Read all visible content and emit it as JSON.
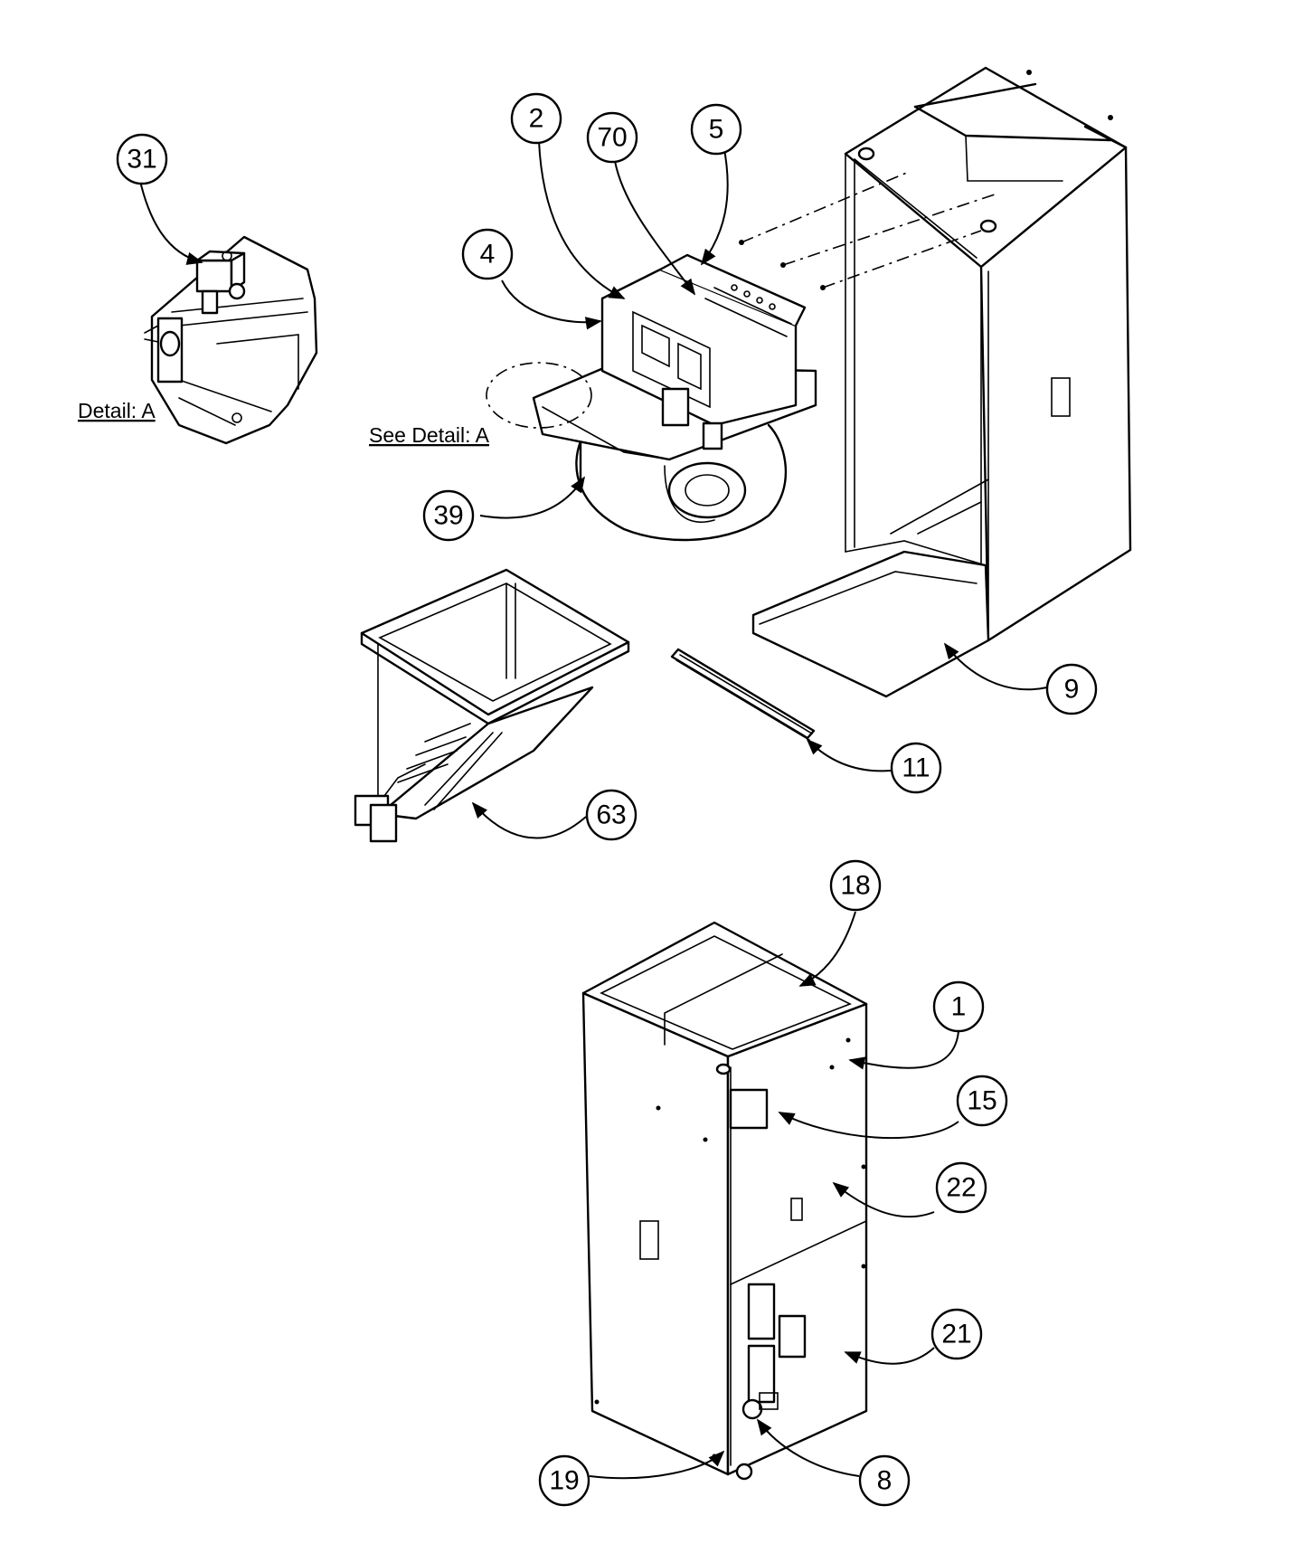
{
  "captions": {
    "detail_label": "Detail: A",
    "see_detail_label": "See Detail: A"
  },
  "callouts": [
    {
      "key": "c31",
      "label": "31"
    },
    {
      "key": "c2",
      "label": "2"
    },
    {
      "key": "c70",
      "label": "70"
    },
    {
      "key": "c5",
      "label": "5"
    },
    {
      "key": "c4",
      "label": "4"
    },
    {
      "key": "c39",
      "label": "39"
    },
    {
      "key": "c9",
      "label": "9"
    },
    {
      "key": "c11",
      "label": "11"
    },
    {
      "key": "c63",
      "label": "63"
    },
    {
      "key": "c18",
      "label": "18"
    },
    {
      "key": "c1",
      "label": "1"
    },
    {
      "key": "c15",
      "label": "15"
    },
    {
      "key": "c22",
      "label": "22"
    },
    {
      "key": "c21",
      "label": "21"
    },
    {
      "key": "c19",
      "label": "19"
    },
    {
      "key": "c8",
      "label": "8"
    }
  ]
}
